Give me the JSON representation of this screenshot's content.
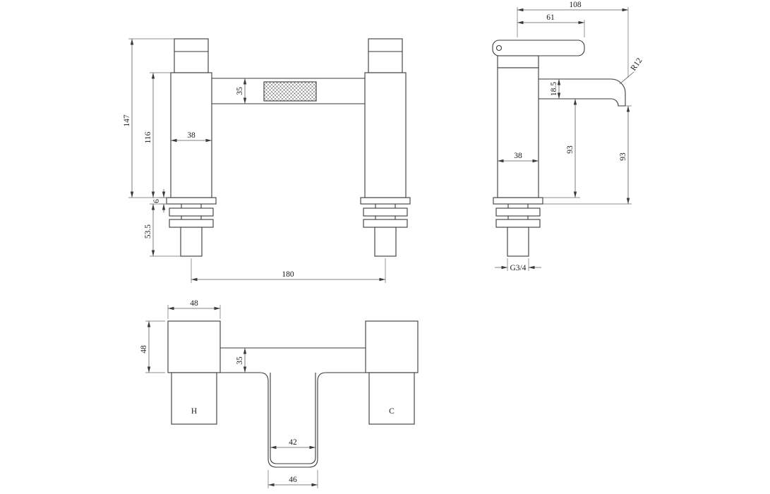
{
  "drawing": {
    "front": {
      "overall_height": "147",
      "body_height": "116",
      "body_width": "38",
      "bar_height": "35",
      "plate_thickness": "6",
      "shank_length": "53.5",
      "centres": "180"
    },
    "side": {
      "total_projection": "108",
      "handle_projection": "61",
      "spout_radius": "R12",
      "spout_lip": "18.5",
      "spout_clearance": "93",
      "tip_clearance": "93",
      "body_depth": "38",
      "thread_size": "G3/4"
    },
    "plan": {
      "body_width": "48",
      "body_depth": "48",
      "bar_depth": "35",
      "spout_inner": "42",
      "spout_outer": "46",
      "hot_label": "H",
      "cold_label": "C"
    },
    "colors": {
      "line": "#3a3a3a",
      "dimension": "#5a5a5a",
      "text": "#1a1a1a",
      "background": "#ffffff"
    }
  }
}
